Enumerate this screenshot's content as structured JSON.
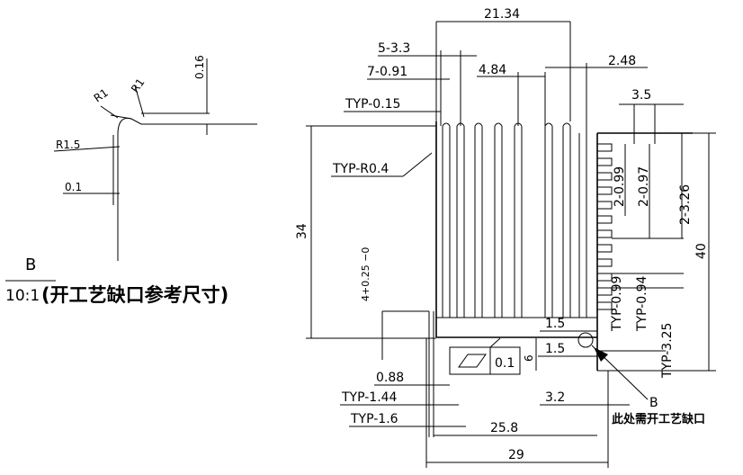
{
  "detail_view": {
    "letter": "B",
    "scale": "10:1",
    "caption": "(开工艺缺口参考尺寸)",
    "dims": {
      "r1_left": "R1",
      "r1_right": "R1",
      "r15": "R1.5",
      "d01": "0.1",
      "d016": "0.16"
    }
  },
  "main_view": {
    "top_dims": {
      "width_2134": "21.34",
      "pitch_533": "5-3.3",
      "fin_091": "7-0.91",
      "typ_015": "TYP-0.15",
      "gap_484": "4.84",
      "edge_248": "2.48"
    },
    "left_dims": {
      "radius": "TYP-R0.4",
      "height_34": "34",
      "tol": "4+0.25 −0",
      "d088": "0.88",
      "typ_144": "TYP-1.44",
      "typ_16": "TYP-1.6"
    },
    "right_dims": {
      "d35": "3.5",
      "d2_099": "2-0.99",
      "d2_097": "2-0.97",
      "d2_326": "2-3.26",
      "typ_099": "TYP-0.99",
      "typ_094": "TYP-0.94",
      "typ_325": "TYP-3.25",
      "height_40": "40"
    },
    "bottom_dims": {
      "d15a": "1.5",
      "d15b": "1.5",
      "d6": "6",
      "d32": "3.2",
      "width_258": "25.8",
      "width_29": "29"
    },
    "flatness": {
      "tolerance": "0.1"
    },
    "callout": {
      "letter": "B",
      "note": "此处需开工艺缺口"
    }
  }
}
